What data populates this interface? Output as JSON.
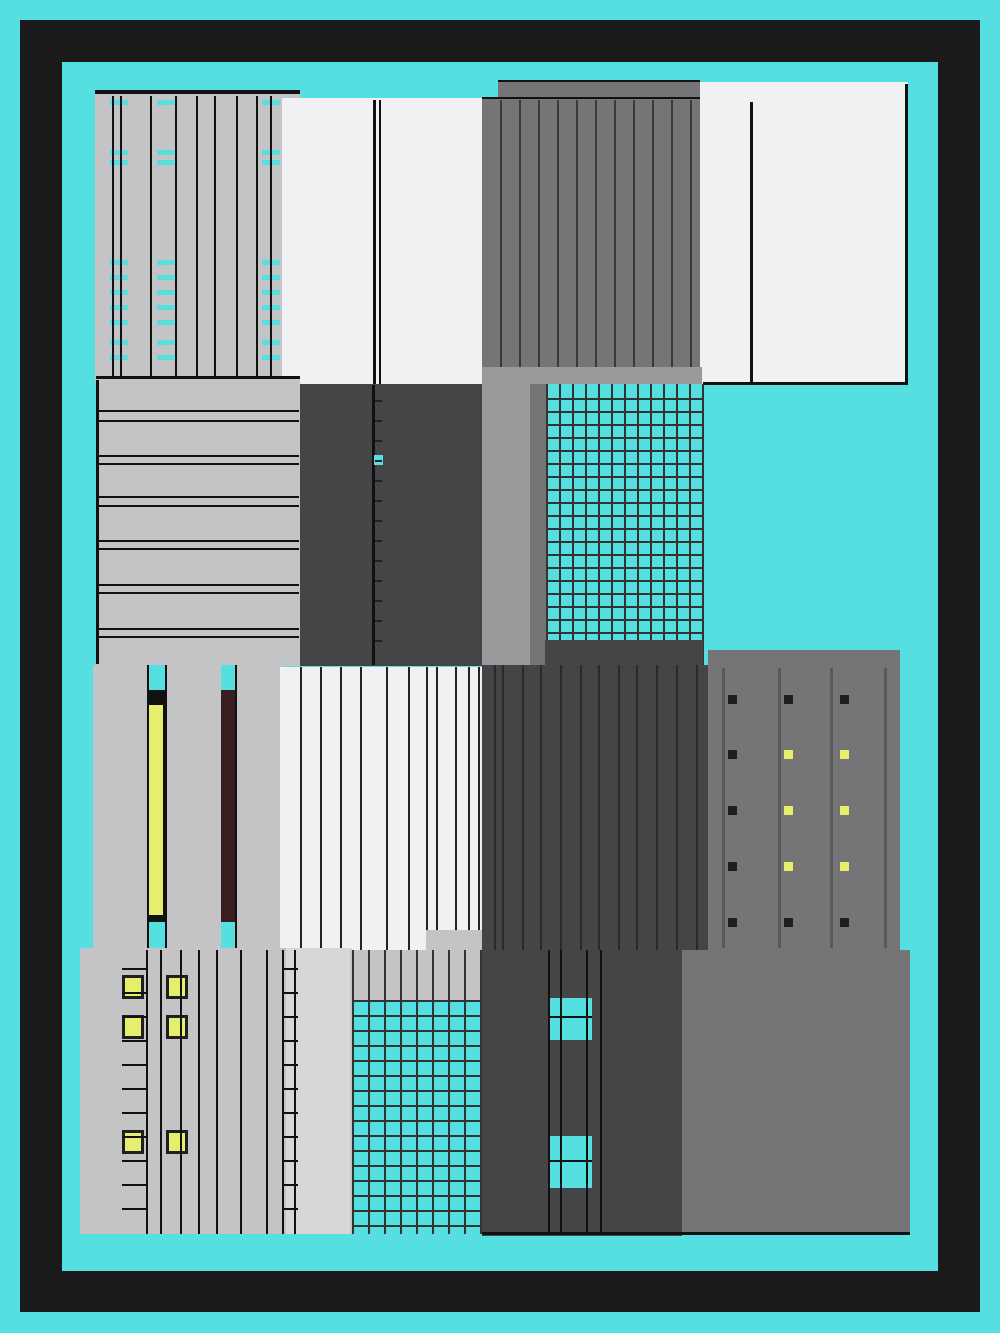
{
  "artwork": {
    "colors": {
      "background": "#55dfe0",
      "frame": "#1a1a1a",
      "mat": "#55dfe0",
      "light_gray": "#c4c3c5",
      "off_white": "#f1f0f3",
      "mid_gray": "#757476",
      "dark_gray": "#454447",
      "lines": "#111111",
      "yellow_accent": "#e6ee6e",
      "maroon_accent": "#3a1e22"
    },
    "panels": [
      {
        "name": "panel-top-left-light-gray"
      },
      {
        "name": "panel-top-white"
      },
      {
        "name": "panel-top-mid-gray-stripes"
      },
      {
        "name": "panel-top-right-white"
      },
      {
        "name": "panel-horizontal-stripes"
      },
      {
        "name": "panel-dark-slab"
      },
      {
        "name": "panel-cyan-grid"
      },
      {
        "name": "panel-columns-yellow"
      },
      {
        "name": "panel-white-stripes"
      },
      {
        "name": "panel-dark-stripes"
      },
      {
        "name": "panel-windows-gray"
      },
      {
        "name": "panel-bottom-left-light"
      },
      {
        "name": "panel-bottom-grid"
      },
      {
        "name": "panel-bottom-dark"
      },
      {
        "name": "panel-bottom-right-gray"
      }
    ]
  }
}
